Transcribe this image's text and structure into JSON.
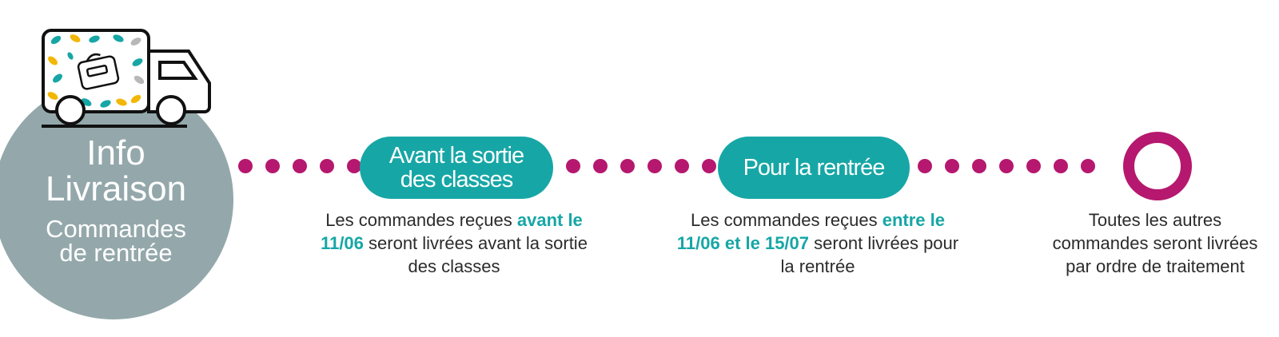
{
  "colors": {
    "accent_teal": "#17a6a6",
    "accent_magenta": "#b5186e",
    "hero_grey": "#94a8ab",
    "text": "#2b2b2b"
  },
  "hero": {
    "line1": "Info",
    "line2": "Livraison",
    "line3": "Commandes",
    "line4": "de rentrée",
    "icon": "delivery-truck-icon"
  },
  "steps": [
    {
      "pill_line1": "Avant la sortie",
      "pill_line2": "des classes",
      "desc_before": "Les commandes reçues ",
      "desc_highlight": "avant le 11/06",
      "desc_after": " seront livrées avant la sortie des classes"
    },
    {
      "pill_line1": "Pour la rentrée",
      "desc_before": "Les commandes reçues ",
      "desc_highlight": "entre le 11/06 et le 15/07",
      "desc_after": " seront livrées pour la rentrée"
    },
    {
      "marker": "end-ring",
      "desc_line1": "Toutes les autres",
      "desc_line2": "commandes seront livrées",
      "desc_line3": "par ordre de traitement"
    }
  ]
}
